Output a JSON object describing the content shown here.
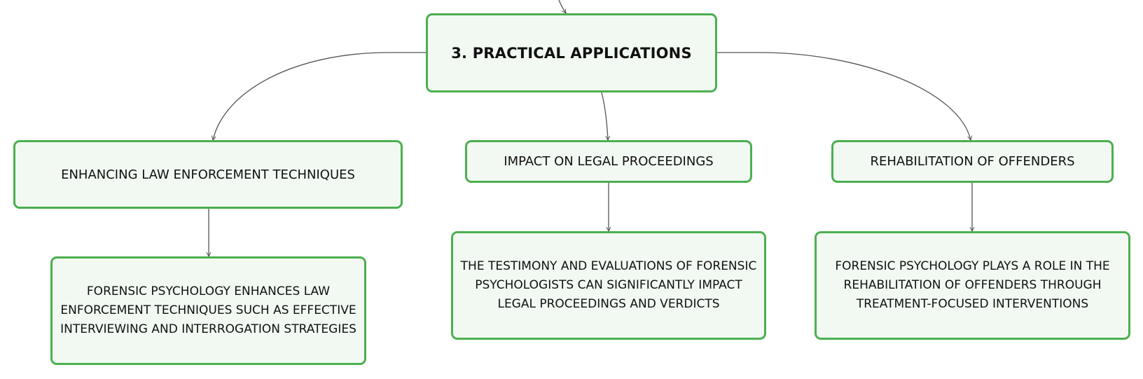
{
  "diagram": {
    "root": {
      "label": "3. Practical Applications"
    },
    "branches": [
      {
        "label": "Enhancing Law Enforcement Techniques",
        "detail": "Forensic psychology enhances law enforcement techniques such as effective interviewing and interrogation strategies"
      },
      {
        "label": "Impact on Legal Proceedings",
        "detail": "The testimony and evaluations of forensic psychologists can significantly impact legal proceedings and verdicts"
      },
      {
        "label": "Rehabilitation of Offenders",
        "detail": "Forensic psychology plays a role in the rehabilitation of offenders through treatment-focused interventions"
      }
    ],
    "colors": {
      "node_border": "#4caf50",
      "node_fill": "#f1f9f2",
      "connector": "#555555",
      "text": "#111111"
    }
  }
}
